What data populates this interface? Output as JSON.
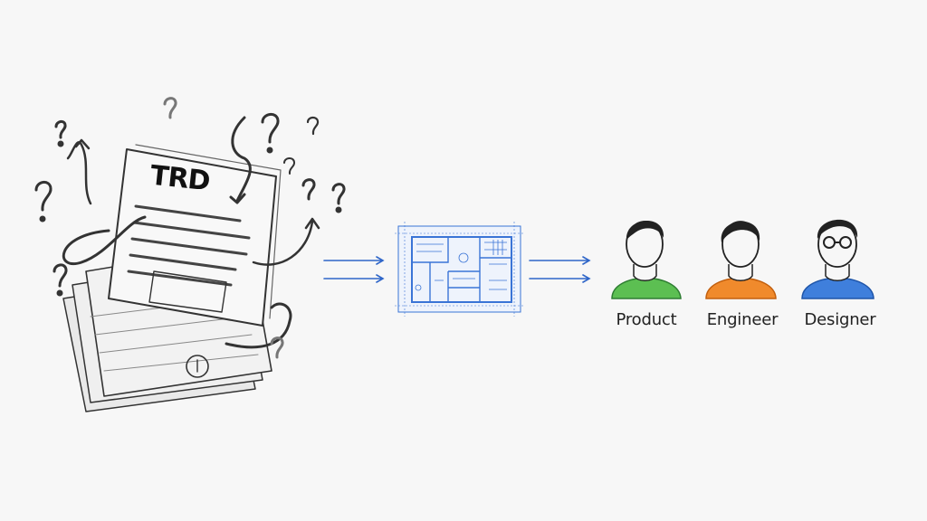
{
  "document": {
    "title": "TRD"
  },
  "people": [
    {
      "label": "Product",
      "color": "#4caf50"
    },
    {
      "label": "Engineer",
      "color": "#f07c1e"
    },
    {
      "label": "Designer",
      "color": "#3a78d4"
    }
  ],
  "colors": {
    "arrow": "#2f66c9",
    "blueprint": "#3a74d6",
    "pencil": "#333333"
  }
}
